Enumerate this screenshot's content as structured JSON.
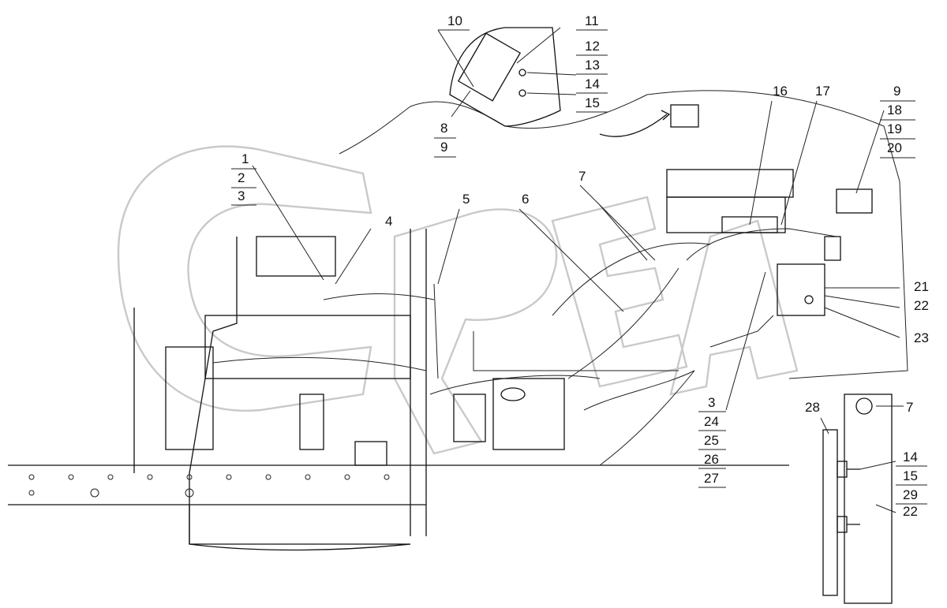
{
  "diagram": {
    "callouts": [
      {
        "id": "c10",
        "text": "10"
      },
      {
        "id": "c11",
        "text": "11"
      },
      {
        "id": "c12",
        "text": "12"
      },
      {
        "id": "c13",
        "text": "13"
      },
      {
        "id": "c14a",
        "text": "14"
      },
      {
        "id": "c15a",
        "text": "15"
      },
      {
        "id": "c8",
        "text": "8"
      },
      {
        "id": "c9a",
        "text": "9"
      },
      {
        "id": "c1",
        "text": "1"
      },
      {
        "id": "c2",
        "text": "2"
      },
      {
        "id": "c3a",
        "text": "3"
      },
      {
        "id": "c4",
        "text": "4"
      },
      {
        "id": "c5",
        "text": "5"
      },
      {
        "id": "c6",
        "text": "6"
      },
      {
        "id": "c7a",
        "text": "7"
      },
      {
        "id": "c16",
        "text": "16"
      },
      {
        "id": "c17",
        "text": "17"
      },
      {
        "id": "c9b",
        "text": "9"
      },
      {
        "id": "c18",
        "text": "18"
      },
      {
        "id": "c19",
        "text": "19"
      },
      {
        "id": "c20",
        "text": "20"
      },
      {
        "id": "c21",
        "text": "21"
      },
      {
        "id": "c22a",
        "text": "22"
      },
      {
        "id": "c23",
        "text": "23"
      },
      {
        "id": "c3b",
        "text": "3"
      },
      {
        "id": "c24",
        "text": "24"
      },
      {
        "id": "c25",
        "text": "25"
      },
      {
        "id": "c26",
        "text": "26"
      },
      {
        "id": "c27",
        "text": "27"
      },
      {
        "id": "c28",
        "text": "28"
      },
      {
        "id": "c7b",
        "text": "7"
      },
      {
        "id": "c14b",
        "text": "14"
      },
      {
        "id": "c15b",
        "text": "15"
      },
      {
        "id": "c29",
        "text": "29"
      },
      {
        "id": "c22b",
        "text": "22"
      }
    ]
  }
}
